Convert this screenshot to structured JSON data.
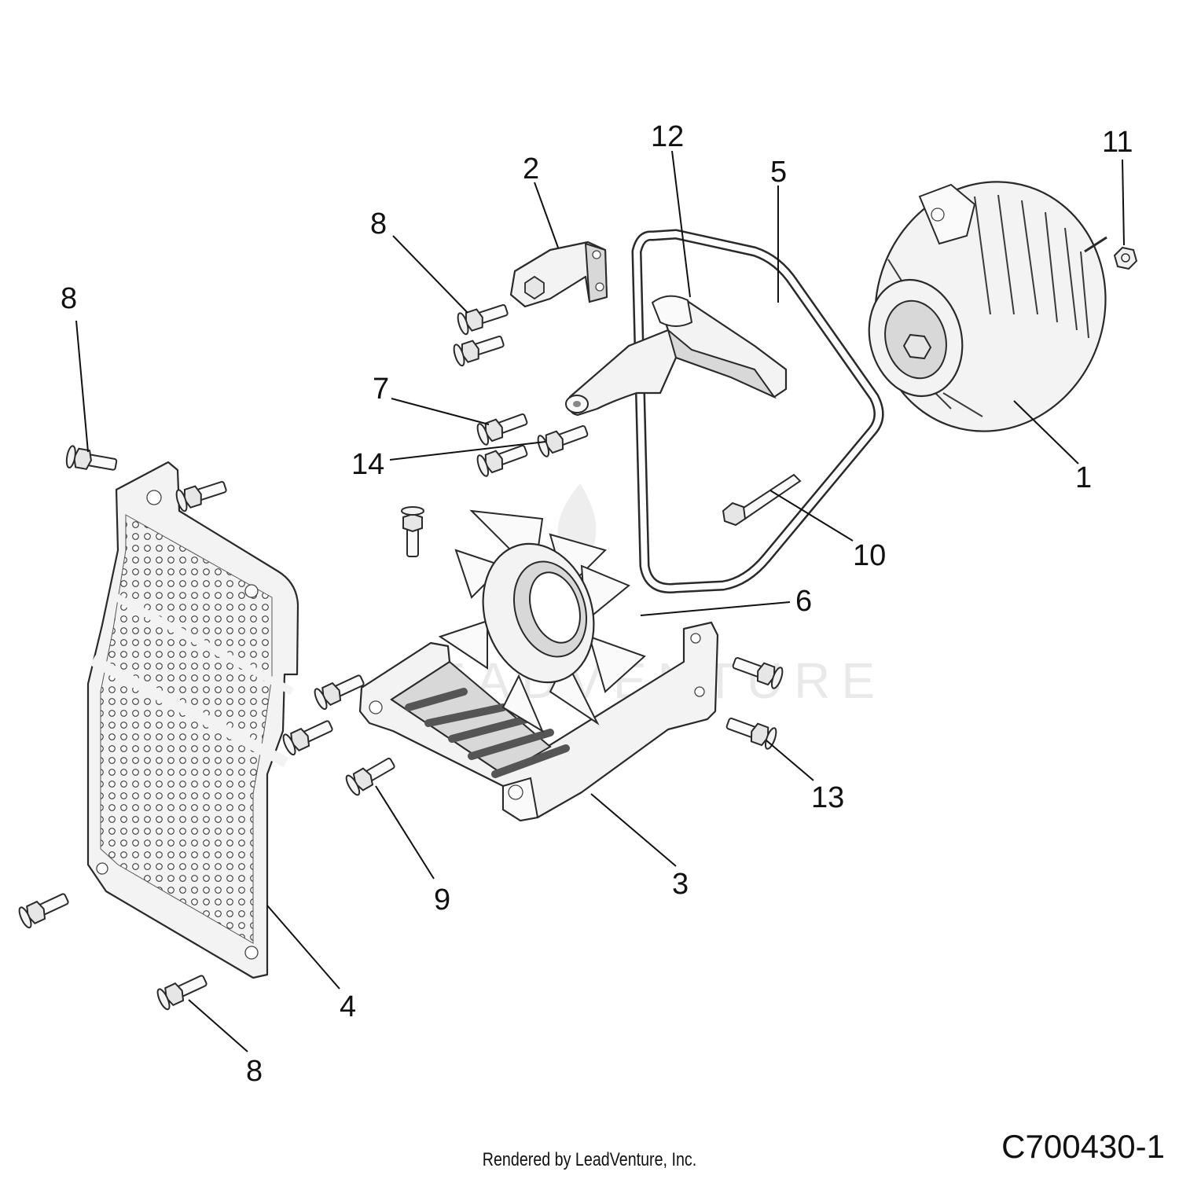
{
  "diagram": {
    "watermark": "LEADVENTURE",
    "drawing_number": "C700430-1",
    "credit": "Rendered by LeadVenture, Inc.",
    "callouts": [
      {
        "id": "callout-1",
        "label": "1"
      },
      {
        "id": "callout-2",
        "label": "2"
      },
      {
        "id": "callout-3",
        "label": "3"
      },
      {
        "id": "callout-4",
        "label": "4"
      },
      {
        "id": "callout-5",
        "label": "5"
      },
      {
        "id": "callout-6",
        "label": "6"
      },
      {
        "id": "callout-7",
        "label": "7"
      },
      {
        "id": "callout-8-top-left",
        "label": "8"
      },
      {
        "id": "callout-8-upper",
        "label": "8"
      },
      {
        "id": "callout-8-bottom",
        "label": "8"
      },
      {
        "id": "callout-9",
        "label": "9"
      },
      {
        "id": "callout-10",
        "label": "10"
      },
      {
        "id": "callout-11",
        "label": "11"
      },
      {
        "id": "callout-12",
        "label": "12"
      },
      {
        "id": "callout-13",
        "label": "13"
      },
      {
        "id": "callout-14",
        "label": "14"
      }
    ]
  }
}
